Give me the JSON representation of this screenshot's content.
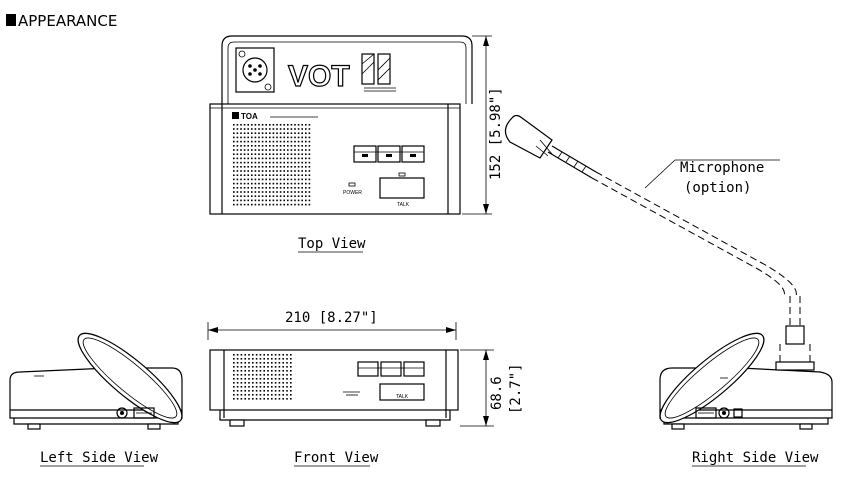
{
  "heading": "APPEARANCE",
  "views": {
    "top": "Top View",
    "front": "Front View",
    "left_side": "Left Side View",
    "right_side": "Right Side View"
  },
  "dimensions": {
    "depth": "152 [5.98\"]",
    "width": "210 [8.27\"]",
    "height_mm": "68.6",
    "height_in": "[2.7\"]"
  },
  "microphone": {
    "label": "Microphone",
    "note": "(option)"
  },
  "device_markings": {
    "brand_front": "TOA",
    "brand_back": "VOT",
    "power": "POWER",
    "talk": "TALK"
  }
}
